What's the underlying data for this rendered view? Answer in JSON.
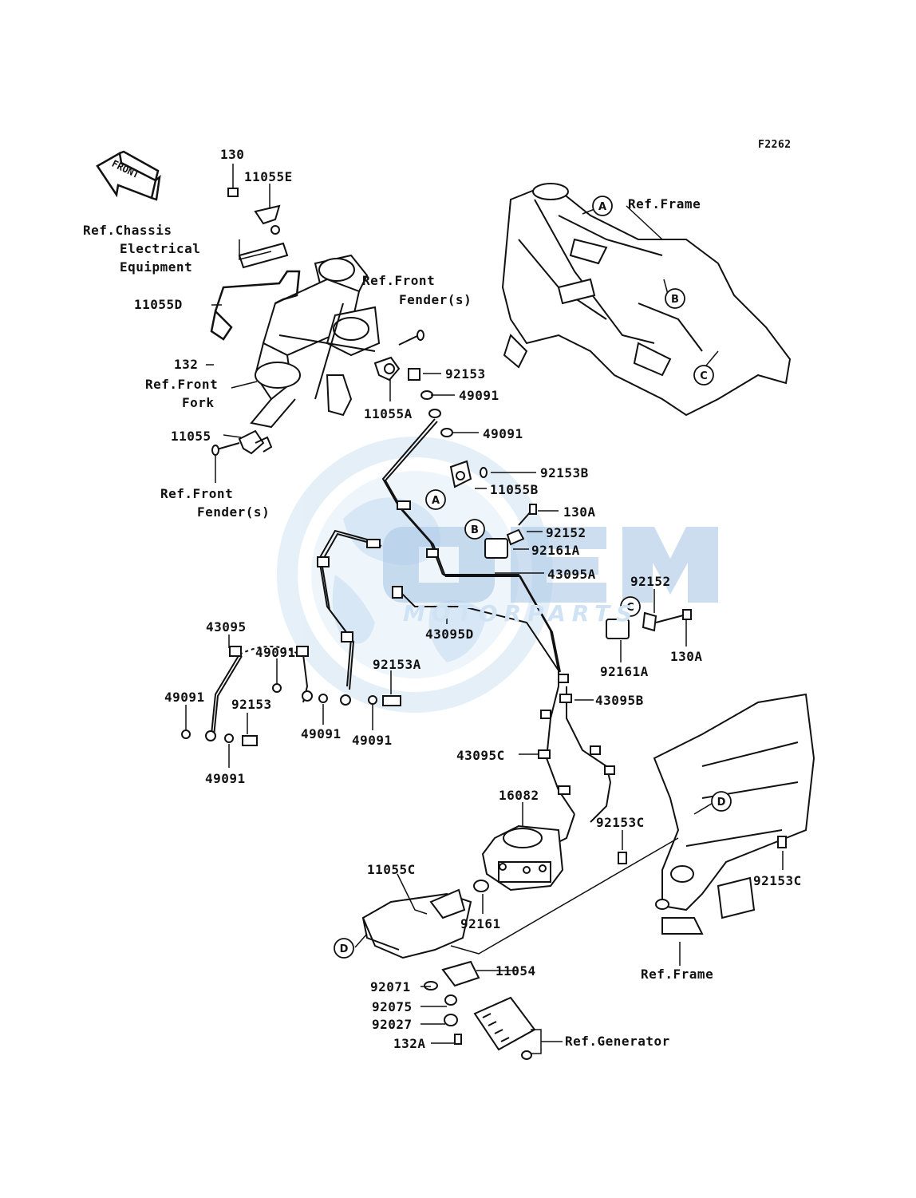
{
  "diagram_id": "F2262",
  "front_arrow_label": "FRONT",
  "watermark": {
    "brand": "OEM",
    "subtitle": "MOTORPARTS",
    "color_primary": "#1f6fb2",
    "color_light": "#cfe3f4"
  },
  "ref_circles": [
    "A",
    "B",
    "C",
    "D"
  ],
  "labels": {
    "p130": "130",
    "p11055E": "11055E",
    "ref_chassis_1": "Ref.Chassis",
    "ref_chassis_2": "Electrical",
    "ref_chassis_3": "Equipment",
    "ref_front_fender_top_1": "Ref.Front",
    "ref_front_fender_top_2": "Fender(s)",
    "p11055D": "11055D",
    "p132": "132",
    "ref_front_fork_1": "Ref.Front",
    "ref_front_fork_2": "Fork",
    "p11055": "11055",
    "ref_front_fender_bot_1": "Ref.Front",
    "ref_front_fender_bot_2": "Fender(s)",
    "p11055A": "11055A",
    "p92153_top": "92153",
    "p49091_a": "49091",
    "p49091_b": "49091",
    "ref_frame_top": "Ref.Frame",
    "p92153B": "92153B",
    "p11055B": "11055B",
    "p130A_a": "130A",
    "p92152_a": "92152",
    "p92161A_a": "92161A",
    "p43095A": "43095A",
    "p92152_b": "92152",
    "p130A_b": "130A",
    "p92161A_b": "92161A",
    "p43095D": "43095D",
    "p43095": "43095",
    "p49091_c": "49091",
    "p92153A": "92153A",
    "p49091_d": "49091",
    "p92153_mid": "92153",
    "p49091_e": "49091",
    "p49091_f": "49091",
    "p49091_g": "49091",
    "p43095B": "43095B",
    "p43095C": "43095C",
    "p16082": "16082",
    "p92153C_a": "92153C",
    "p92153C_b": "92153C",
    "p11055C": "11055C",
    "p92161": "92161",
    "ref_frame_bot": "Ref.Frame",
    "p11054": "11054",
    "p92071": "92071",
    "p92075": "92075",
    "p92027": "92027",
    "p132A": "132A",
    "ref_generator": "Ref.Generator"
  }
}
